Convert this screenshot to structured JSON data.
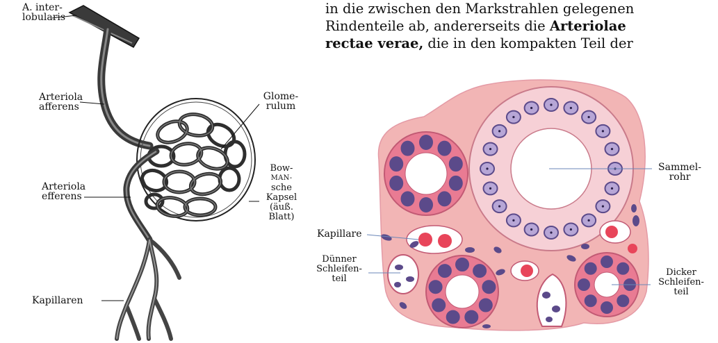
{
  "text": {
    "line1": "in die zwischen den Markstrahlen gelegenen",
    "line2_a": "Rindenteile ab, andererseits die ",
    "line2_b": "Arteriolae",
    "line3_a": "rectae verae,",
    "line3_b": " die in den kompakten Teil der"
  },
  "left_figure": {
    "labels": {
      "interlobularis_1": "A. inter-",
      "interlobularis_2": "lobularis",
      "afferens_1": "Arteriola",
      "afferens_2": "afferens",
      "efferens_1": "Arteriola",
      "efferens_2": "efferens",
      "kapillaren": "Kapillaren",
      "glomerulum_1": "Glome-",
      "glomerulum_2": "rulum",
      "bowman_1": "Bow-",
      "bowman_2": "MAN-",
      "bowman_3": "sche",
      "bowman_4": "Kapsel",
      "bowman_5": "(äuß.",
      "bowman_6": "Blatt)"
    }
  },
  "right_figure": {
    "labels": {
      "sammelrohr_1": "Sammel-",
      "sammelrohr_2": "rohr",
      "kapillare": "Kapillare",
      "duenner_1": "Dünner",
      "duenner_2": "Schleifen-",
      "duenner_3": "teil",
      "dicker_1": "Dicker",
      "dicker_2": "Schleifen-",
      "dicker_3": "teil"
    },
    "colors": {
      "tissue": "#f2b5b5",
      "cell": "#f4c4c8",
      "nucleus": "#5b4a8a",
      "blood": "#e8455a"
    }
  }
}
